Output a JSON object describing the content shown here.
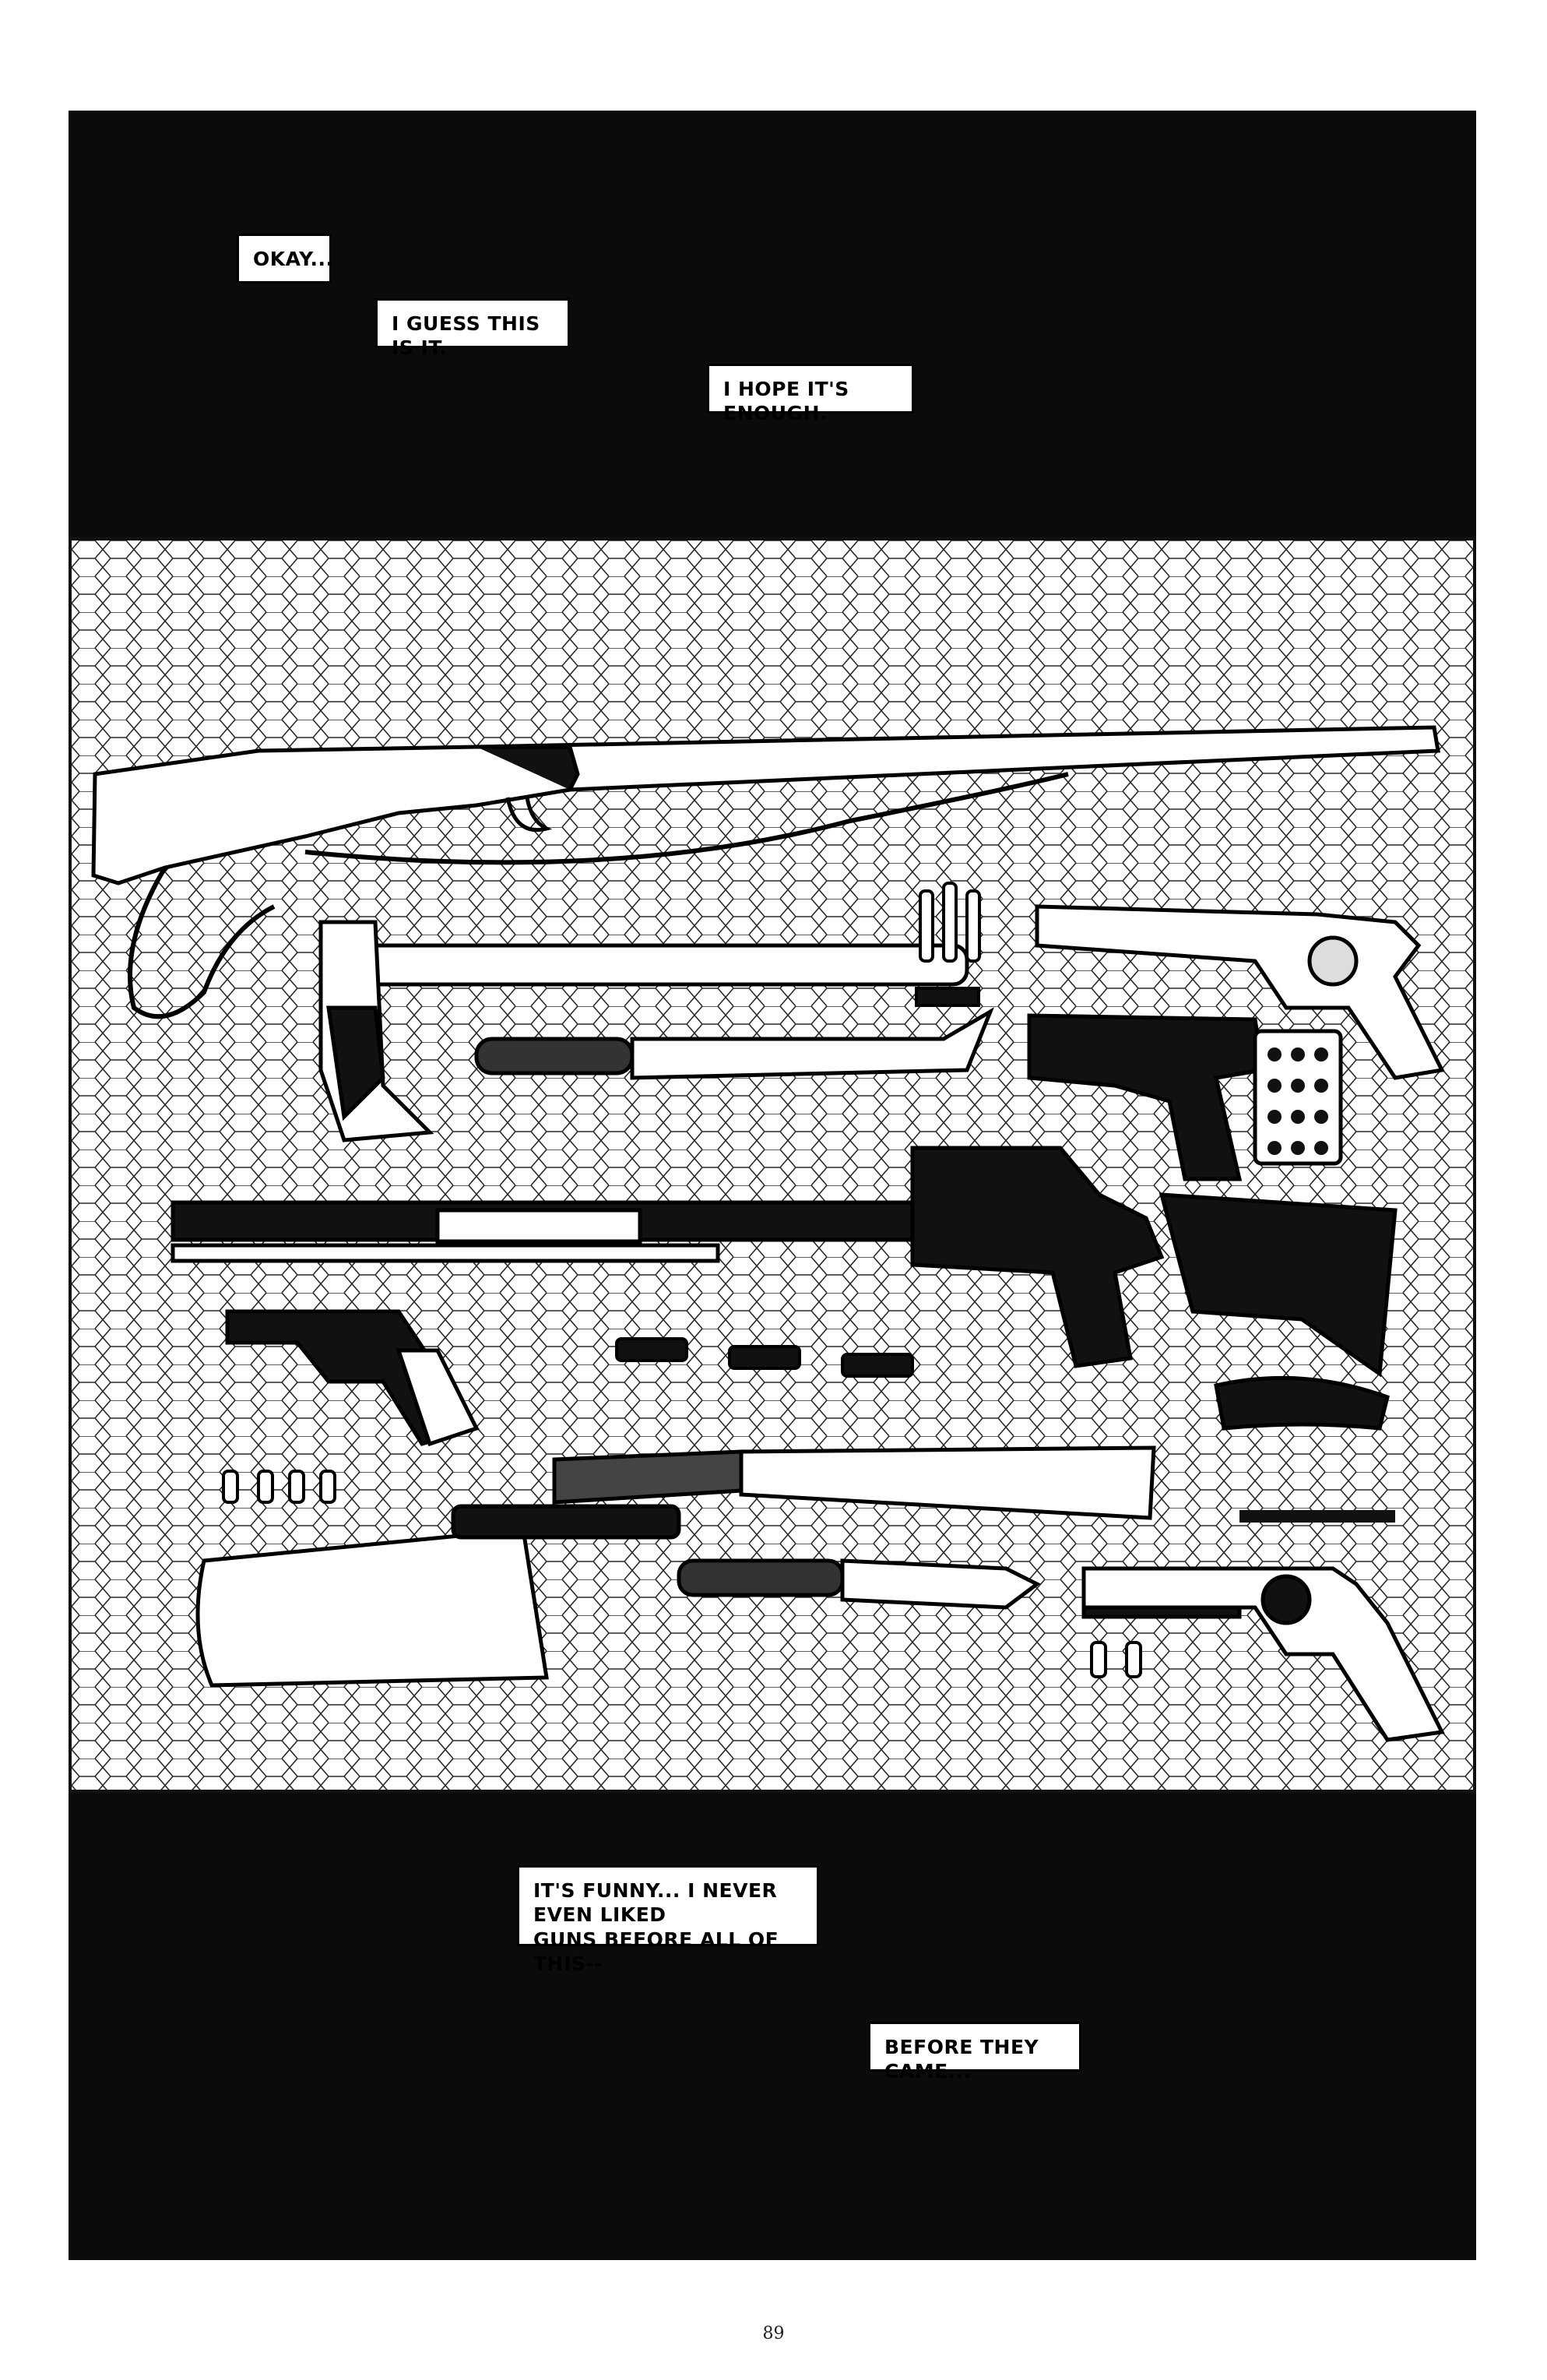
{
  "captions": {
    "top_1": "OKAY...",
    "top_2": "I GUESS THIS IS IT.",
    "top_3": "I HOPE IT'S ENOUGH.",
    "bottom_1": "IT'S FUNNY... I NEVER EVEN LIKED\nGUNS BEFORE ALL OF THIS--",
    "bottom_2": "BEFORE THEY CAME..."
  },
  "page_number": "89",
  "colors": {
    "ink": "#0b0b0b",
    "paper": "#ffffff"
  },
  "icons": [
    "rifle",
    "hatchet",
    "revolver",
    "pistol",
    "shotgun",
    "knife",
    "machete",
    "cleaver",
    "bullets",
    "ammo-box"
  ]
}
